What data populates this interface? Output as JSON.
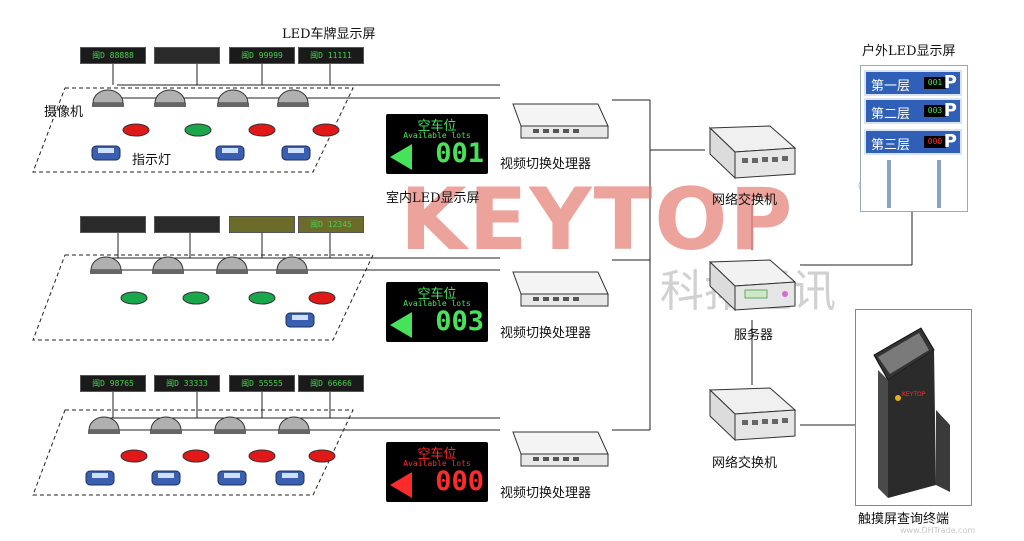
{
  "labels": {
    "led_plate_screen": "LED车牌显示屏",
    "camera": "摄像机",
    "indicator": "指示灯",
    "indoor_led": "室内LED显示屏",
    "outdoor_led": "户外LED显示屏",
    "video_switch": "视频切换处理器",
    "network_switch": "网络交换机",
    "server": "服务器",
    "kiosk": "触摸屏查询终端"
  },
  "plates": {
    "row1": [
      "闽D 88888",
      "",
      "闽D 99999",
      "闽D 11111"
    ],
    "row2": [
      "",
      "",
      "",
      "闽D 12345"
    ],
    "row3": [
      "闽D 98765",
      "闽D 33333",
      "闽D 55555",
      "闽D 66666"
    ]
  },
  "indicators": {
    "row1": [
      "red",
      "green",
      "red",
      "red"
    ],
    "row2": [
      "green",
      "green",
      "green",
      "red"
    ],
    "row3": [
      "red",
      "red",
      "red",
      "red"
    ]
  },
  "signs": [
    {
      "title": "空车位",
      "sub": "Available lots",
      "count": "001",
      "color": "#46e35a"
    },
    {
      "title": "空车位",
      "sub": "Available lots",
      "count": "003",
      "color": "#46e35a"
    },
    {
      "title": "空车位",
      "sub": "Available lots",
      "count": "000",
      "color": "#ff2a2a"
    }
  ],
  "outdoor": [
    {
      "floor": "第一层",
      "count": "001",
      "color": "#46e35a"
    },
    {
      "floor": "第二层",
      "count": "003",
      "color": "#46e35a"
    },
    {
      "floor": "第三层",
      "count": "000",
      "color": "#ff2a2a"
    }
  ],
  "watermark": {
    "brand": "KEYTOP",
    "cn": "科拓通讯",
    "reg": "®",
    "credit": "www.DHTrade.com"
  },
  "kiosk_brand": "KEYTOP"
}
